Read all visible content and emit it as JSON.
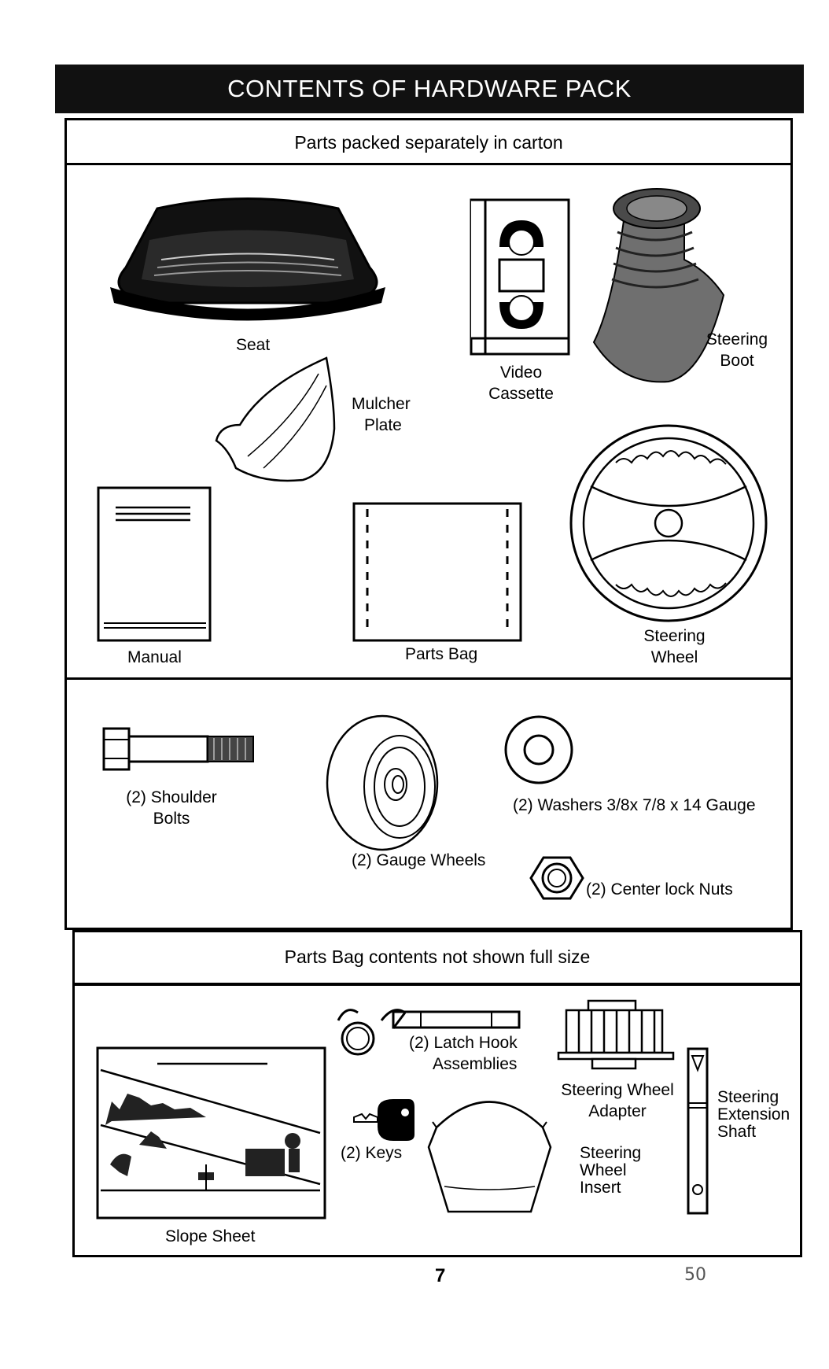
{
  "title": "CONTENTS OF HARDWARE PACK",
  "sections": {
    "carton_header": "Parts packed separately in carton",
    "bag_header": "Parts Bag contents not shown full size"
  },
  "parts": {
    "seat": "Seat",
    "mulcher_plate": [
      "Mulcher",
      "Plate"
    ],
    "video_cassette": [
      "Video",
      "Cassette"
    ],
    "steering_boot": [
      "Steering",
      "Boot"
    ],
    "manual": "Manual",
    "parts_bag": "Parts Bag",
    "steering_wheel": [
      "Steering",
      "Wheel"
    ],
    "shoulder_bolts": [
      "(2) Shoulder",
      "Bolts"
    ],
    "gauge_wheels": "(2) Gauge Wheels",
    "washers": "(2) Washers  3/8x 7/8 x 14 Gauge",
    "center_lock_nuts": "(2) Center lock Nuts",
    "latch_hook": [
      "(2) Latch Hook",
      "Assemblies"
    ],
    "steering_wheel_adapter": [
      "Steering Wheel",
      "Adapter"
    ],
    "steering_extension_shaft": [
      "Steering",
      "Extension",
      "Shaft"
    ],
    "keys": "(2) Keys",
    "steering_wheel_insert": [
      "Steering",
      "Wheel",
      "Insert"
    ],
    "slope_sheet": "Slope Sheet"
  },
  "footer": {
    "page_number": "7",
    "stamp": "50"
  },
  "colors": {
    "banner_bg": "#111111",
    "banner_text": "#ffffff",
    "ink": "#000000",
    "boot_fill": "#777777"
  }
}
